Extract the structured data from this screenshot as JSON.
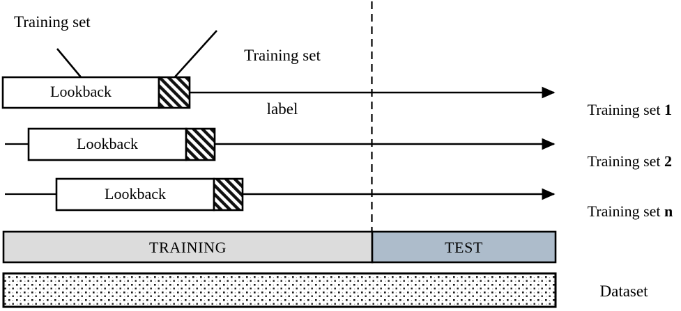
{
  "figure": {
    "type": "walk-forward-validation-diagram",
    "annotations": {
      "training_set": "Training set",
      "training_set_label_line1": "Training set",
      "training_set_label_line2": "label"
    },
    "lookback_label": "Lookback",
    "rows": [
      {
        "id": "row-1",
        "box_label": "Lookback",
        "right_label_prefix": "Training set ",
        "right_label_index": "1"
      },
      {
        "id": "row-2",
        "box_label": "Lookback",
        "right_label_prefix": "Training set ",
        "right_label_index": "2"
      },
      {
        "id": "row-3",
        "box_label": "Lookback",
        "right_label_prefix": "Training set ",
        "right_label_index": "n"
      }
    ],
    "split_bar": {
      "training_label": "TRAINING",
      "test_label": "TEST",
      "training_color": "#dcdcdc",
      "test_color": "#adbccb",
      "split_marker": "dashed-vertical-line"
    },
    "dataset_bar": {
      "label": "Dataset",
      "fill": "dotted-pattern",
      "fill_color": "#ffffff"
    },
    "colors": {
      "stroke": "#000000",
      "background": "#ffffff",
      "hatch": "#000000"
    }
  }
}
